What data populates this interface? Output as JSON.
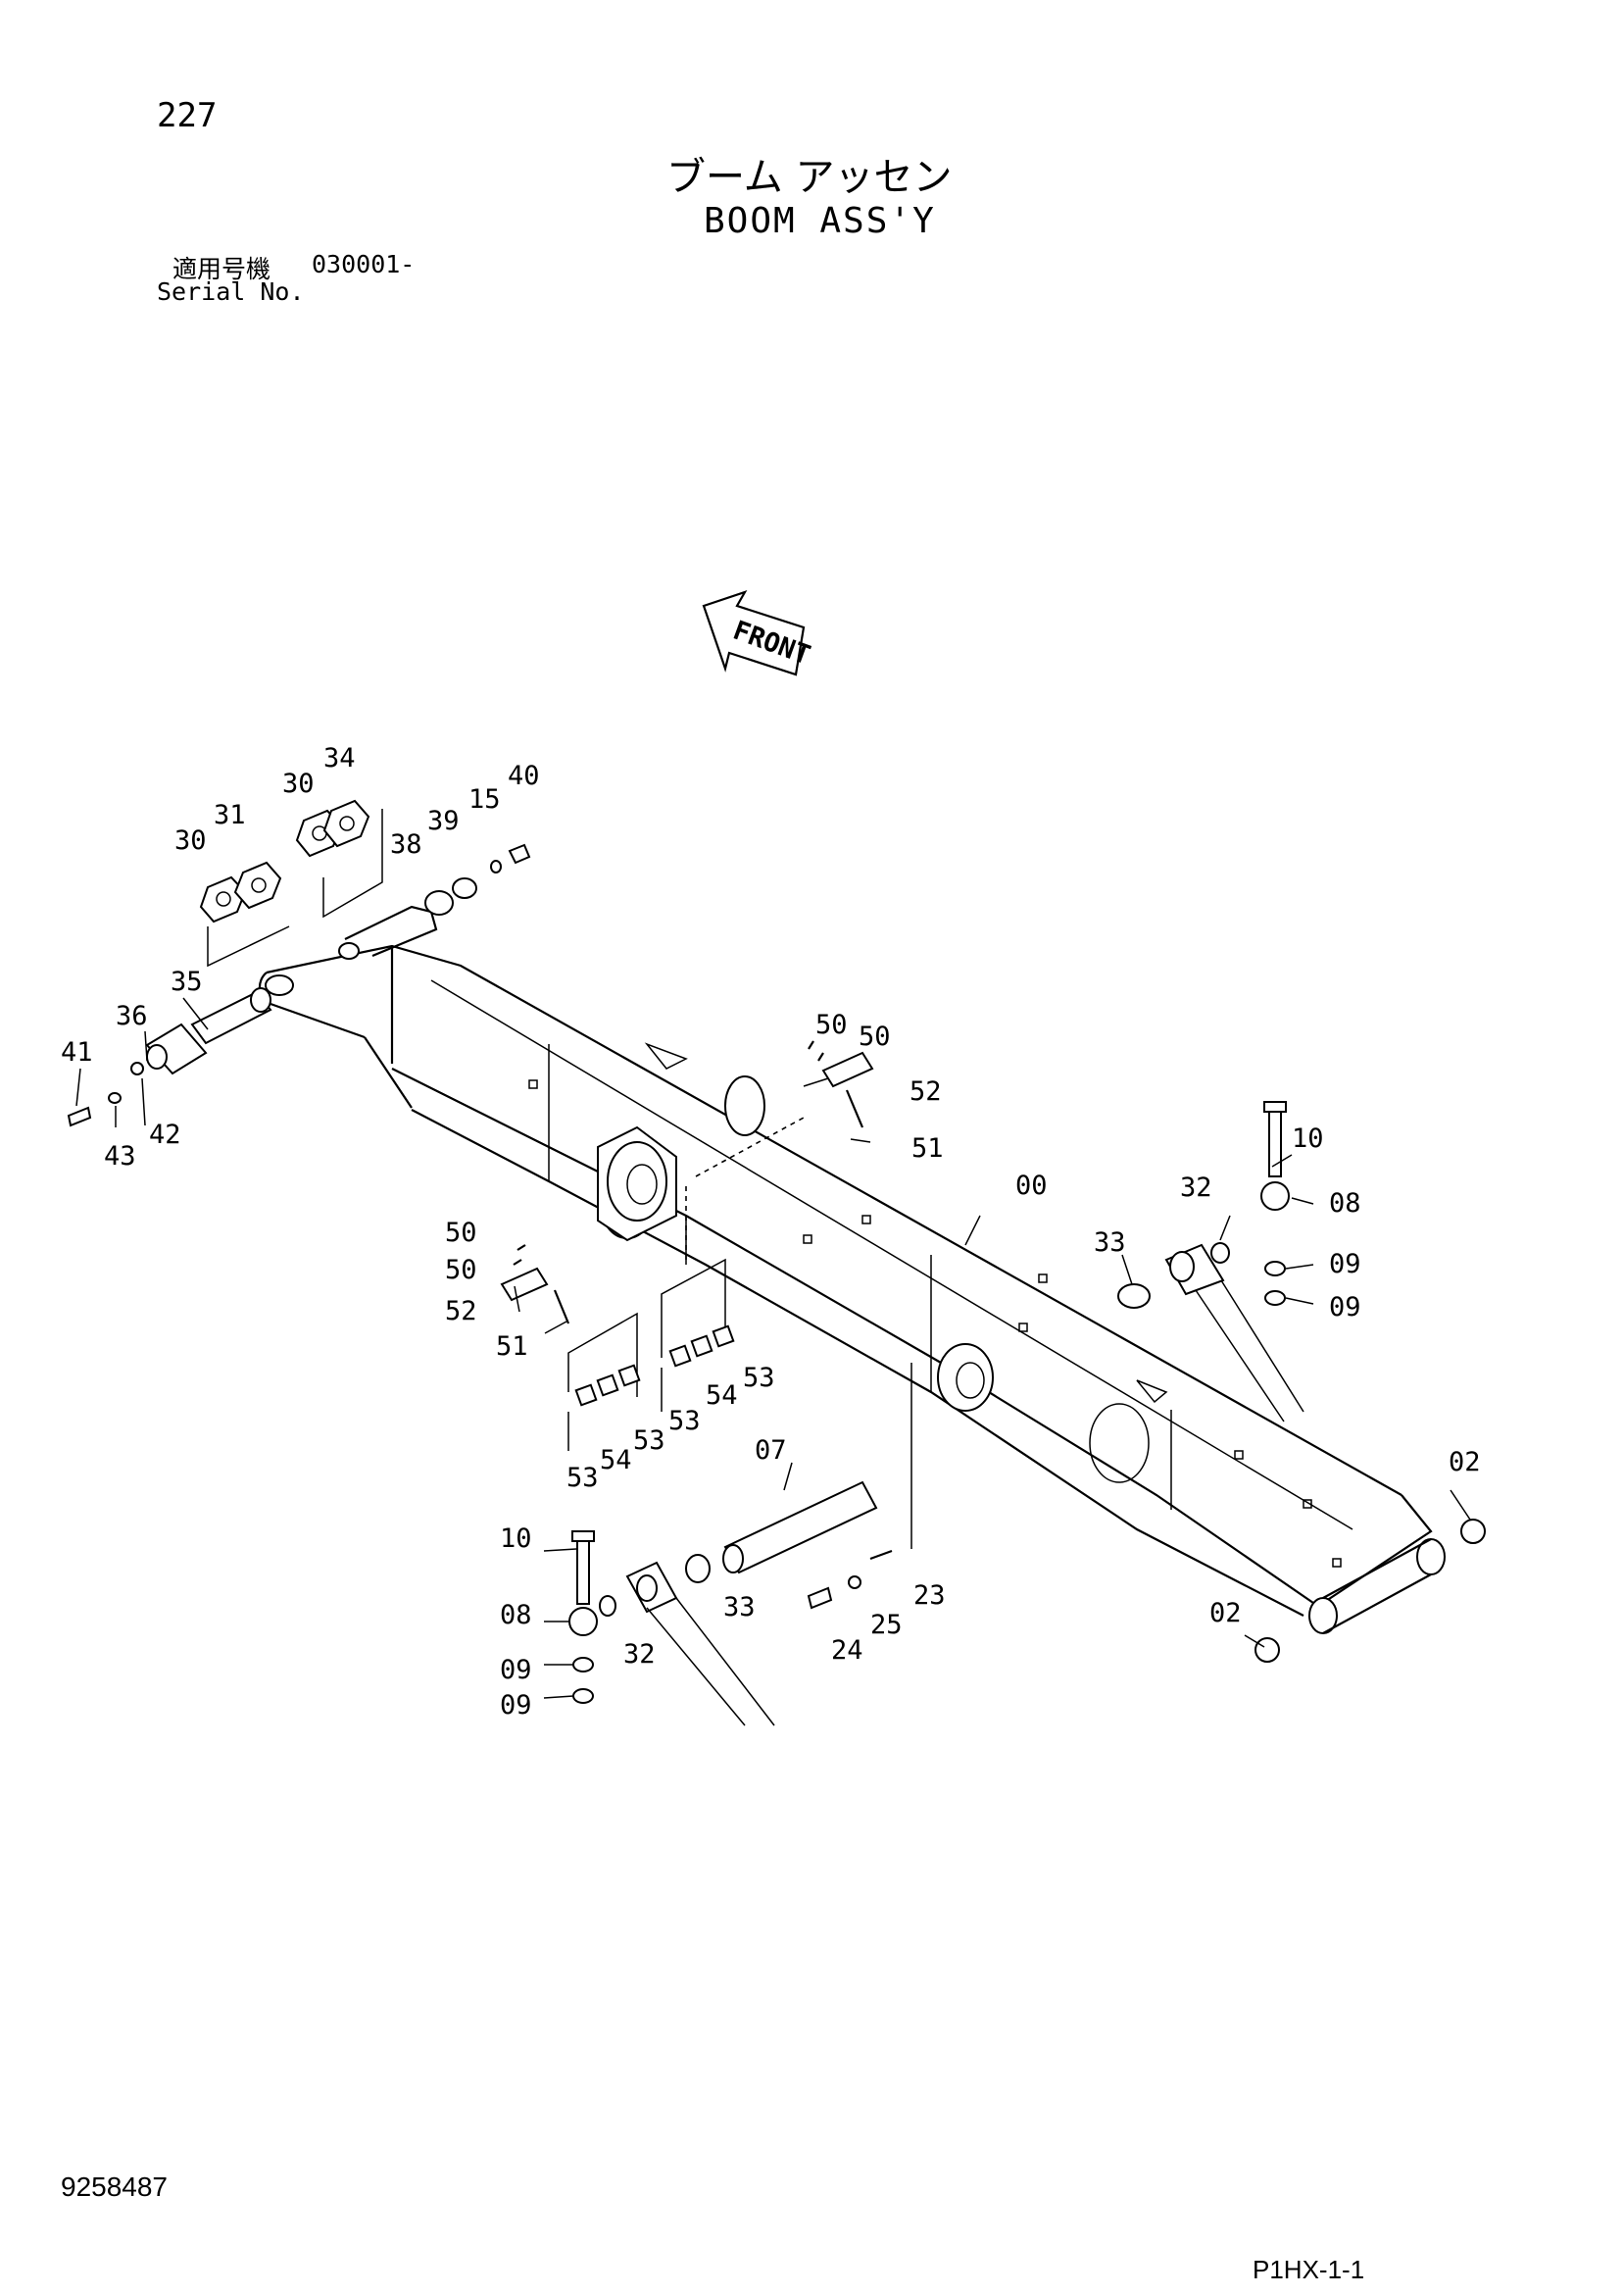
{
  "header": {
    "page_number": "227",
    "title_jp": "ブーム アッセン",
    "title_en": "BOOM ASS'Y",
    "serial_label_jp": "適用号機",
    "serial_value": "030001-",
    "serial_label_en": "Serial No."
  },
  "diagram": {
    "front_arrow_label": "FRONT",
    "callouts": {
      "c41": "41",
      "c43": "43",
      "c42": "42",
      "c36": "36",
      "c35": "35",
      "c30a": "30",
      "c31": "31",
      "c30b": "30",
      "c34": "34",
      "c38": "38",
      "c39": "39",
      "c15": "15",
      "c40": "40",
      "c50a": "50",
      "c50b": "50",
      "c52a": "52",
      "c51a": "51",
      "c10a": "10",
      "c08a": "08",
      "c09a": "09",
      "c09b": "09",
      "c00": "00",
      "c32a": "32",
      "c33a": "33",
      "c50c": "50",
      "c50d": "50",
      "c52b": "52",
      "c51b": "51",
      "c53a": "53",
      "c54a": "54",
      "c53b": "53",
      "c53c": "53",
      "c54b": "54",
      "c53d": "53",
      "c07": "07",
      "c02a": "02",
      "c02b": "02",
      "c10b": "10",
      "c08b": "08",
      "c09c": "09",
      "c09d": "09",
      "c32b": "32",
      "c33b": "33",
      "c24": "24",
      "c25": "25",
      "c23": "23"
    }
  },
  "footer": {
    "doc_number": "9258487",
    "sheet_code": "P1HX-1-1"
  }
}
